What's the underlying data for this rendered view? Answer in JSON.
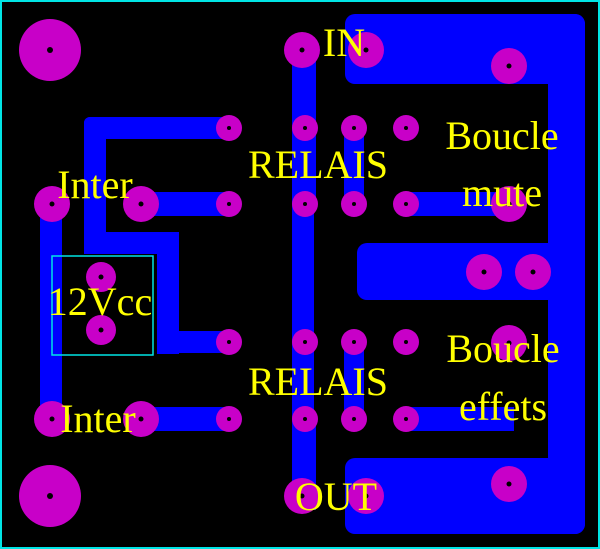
{
  "colors": {
    "background": "#000000",
    "board_outline": "#00e5e5",
    "copper": "#0000ff",
    "pad": "#c800c8",
    "drill": "#000000",
    "silkscreen": "#00e5e5",
    "label": "#ffff00"
  },
  "labels": {
    "in": "IN",
    "out": "OUT",
    "relais_top": "RELAIS",
    "relais_bottom": "RELAIS",
    "inter_top": "Inter",
    "inter_bottom": "Inter",
    "power": "12Vcc",
    "boucle_mute_line1": "Boucle",
    "boucle_mute_line2": "mute",
    "boucle_effets_line1": "Boucle",
    "boucle_effets_line2": "effets"
  }
}
